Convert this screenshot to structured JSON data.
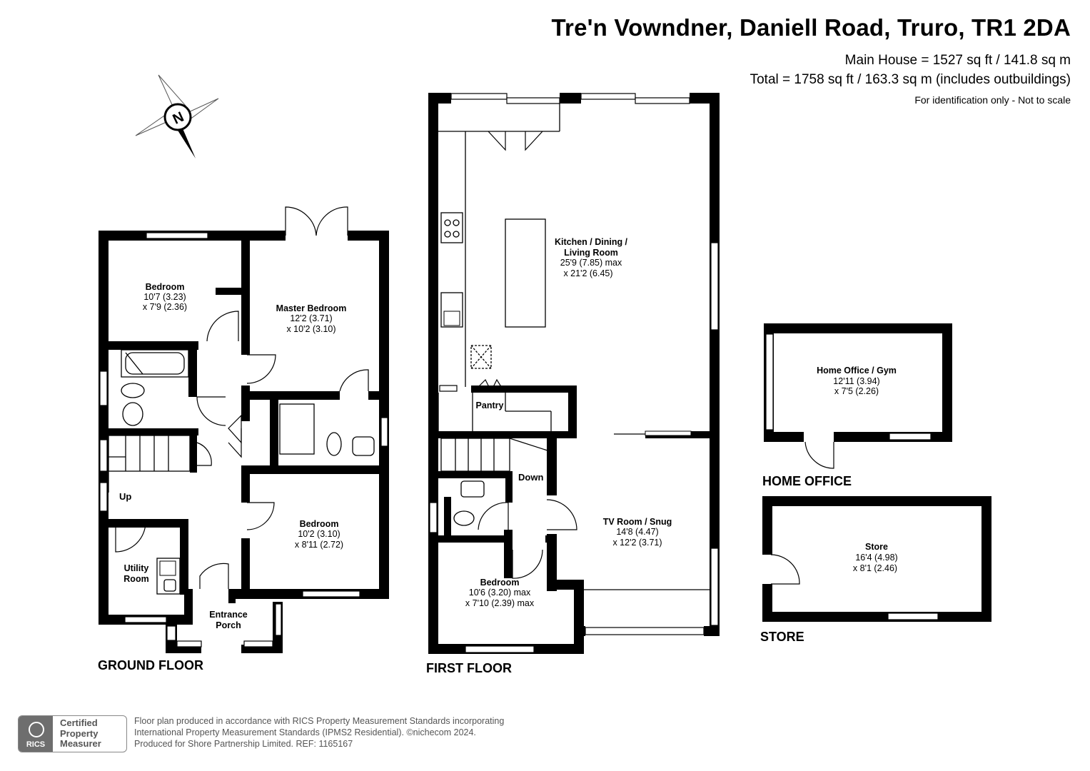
{
  "header": {
    "title": "Tre'n Vowndner, Daniell Road, Truro, TR1 2DA",
    "main_house_area": "Main House = 1527 sq ft / 141.8 sq m",
    "total_area": "Total = 1758 sq ft / 163.3 sq m (includes outbuildings)",
    "note": "For identification only - Not to scale"
  },
  "compass": {
    "label": "N"
  },
  "floors": {
    "ground": "GROUND FLOOR",
    "first": "FIRST FLOOR",
    "home_office": "HOME OFFICE",
    "store": "STORE"
  },
  "rooms": {
    "bedroom_a": {
      "name": "Bedroom",
      "dim1": "10'7 (3.23)",
      "dim2": "x 7'9 (2.36)"
    },
    "master": {
      "name": "Master Bedroom",
      "dim1": "12'2 (3.71)",
      "dim2": "x 10'2 (3.10)"
    },
    "bedroom_b": {
      "name": "Bedroom",
      "dim1": "10'2 (3.10)",
      "dim2": "x 8'11 (2.72)"
    },
    "utility": {
      "name1": "Utility",
      "name2": "Room"
    },
    "porch": {
      "name1": "Entrance",
      "name2": "Porch"
    },
    "kitchen": {
      "name1": "Kitchen / Dining /",
      "name2": "Living Room",
      "dim1": "25'9 (7.85) max",
      "dim2": "x 21'2 (6.45)"
    },
    "pantry": {
      "name": "Pantry"
    },
    "tv": {
      "name": "TV Room / Snug",
      "dim1": "14'8 (4.47)",
      "dim2": "x 12'2 (3.71)"
    },
    "bedroom_c": {
      "name": "Bedroom",
      "dim1": "10'6 (3.20) max",
      "dim2": "x 7'10 (2.39) max"
    },
    "office": {
      "name": "Home Office / Gym",
      "dim1": "12'11 (3.94)",
      "dim2": "x 7'5 (2.26)"
    },
    "store": {
      "name": "Store",
      "dim1": "16'4 (4.98)",
      "dim2": "x 8'1 (2.46)"
    }
  },
  "stairs": {
    "up": "Up",
    "down": "Down"
  },
  "footer": {
    "line1": "Floor plan produced in accordance with RICS Property Measurement Standards incorporating",
    "line2": "International Property Measurement Standards (IPMS2 Residential).  ©nichecom 2024.",
    "line3": "Produced for Shore Partnership Limited.   REF:  1165167"
  },
  "badge": {
    "logo": "RICS",
    "line1": "Certified",
    "line2": "Property",
    "line3": "Measurer"
  }
}
